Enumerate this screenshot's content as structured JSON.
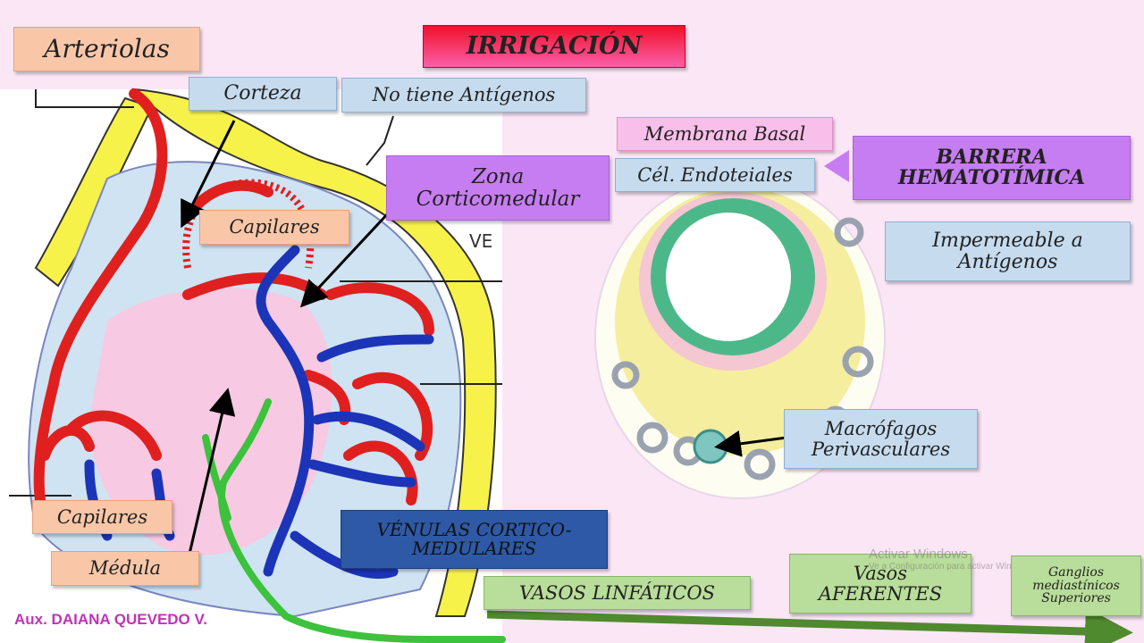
{
  "title": "IRRIGACIÓN",
  "labels": {
    "arteriolas": "Arteriolas",
    "corteza": "Corteza",
    "no_tiene_antigenos": "No tiene Antígenos",
    "capilares_top": "Capilares",
    "zona_corticomedular": "Zona Corticomedular",
    "capilares_bottom": "Capilares",
    "medula": "Médula",
    "venulas": "VÉNULAS CORTICO-MEDULARES",
    "vasos_linfaticos": "VASOS LINFÁTICOS",
    "membrana_basal": "Membrana Basal",
    "cel_endoteliales": "Cél. Endoteiales",
    "barrera": "BARRERA HEMATOTÍMICA",
    "impermeable": "Impermeable a Antígenos",
    "macrofagos": "Macrófagos Perivasculares",
    "vasos_aferentes": "Vasos AFERENTES",
    "ganglios": "Ganglios mediastínicos Superiores",
    "diagram_fragment": "VE"
  },
  "author": "Aux. DAIANA QUEVEDO V.",
  "watermark": {
    "line1": "Activar Windows",
    "line2": "Ve a Configuración para activar Windows."
  },
  "colors": {
    "artery": "#e01f1f",
    "vein": "#1c34b8",
    "lymph": "#3cc23c",
    "capsule": "#f7f24a",
    "medulla": "#f7c9e2",
    "cortex": "#cfe3f2",
    "endothelium": "#4cb88a"
  }
}
